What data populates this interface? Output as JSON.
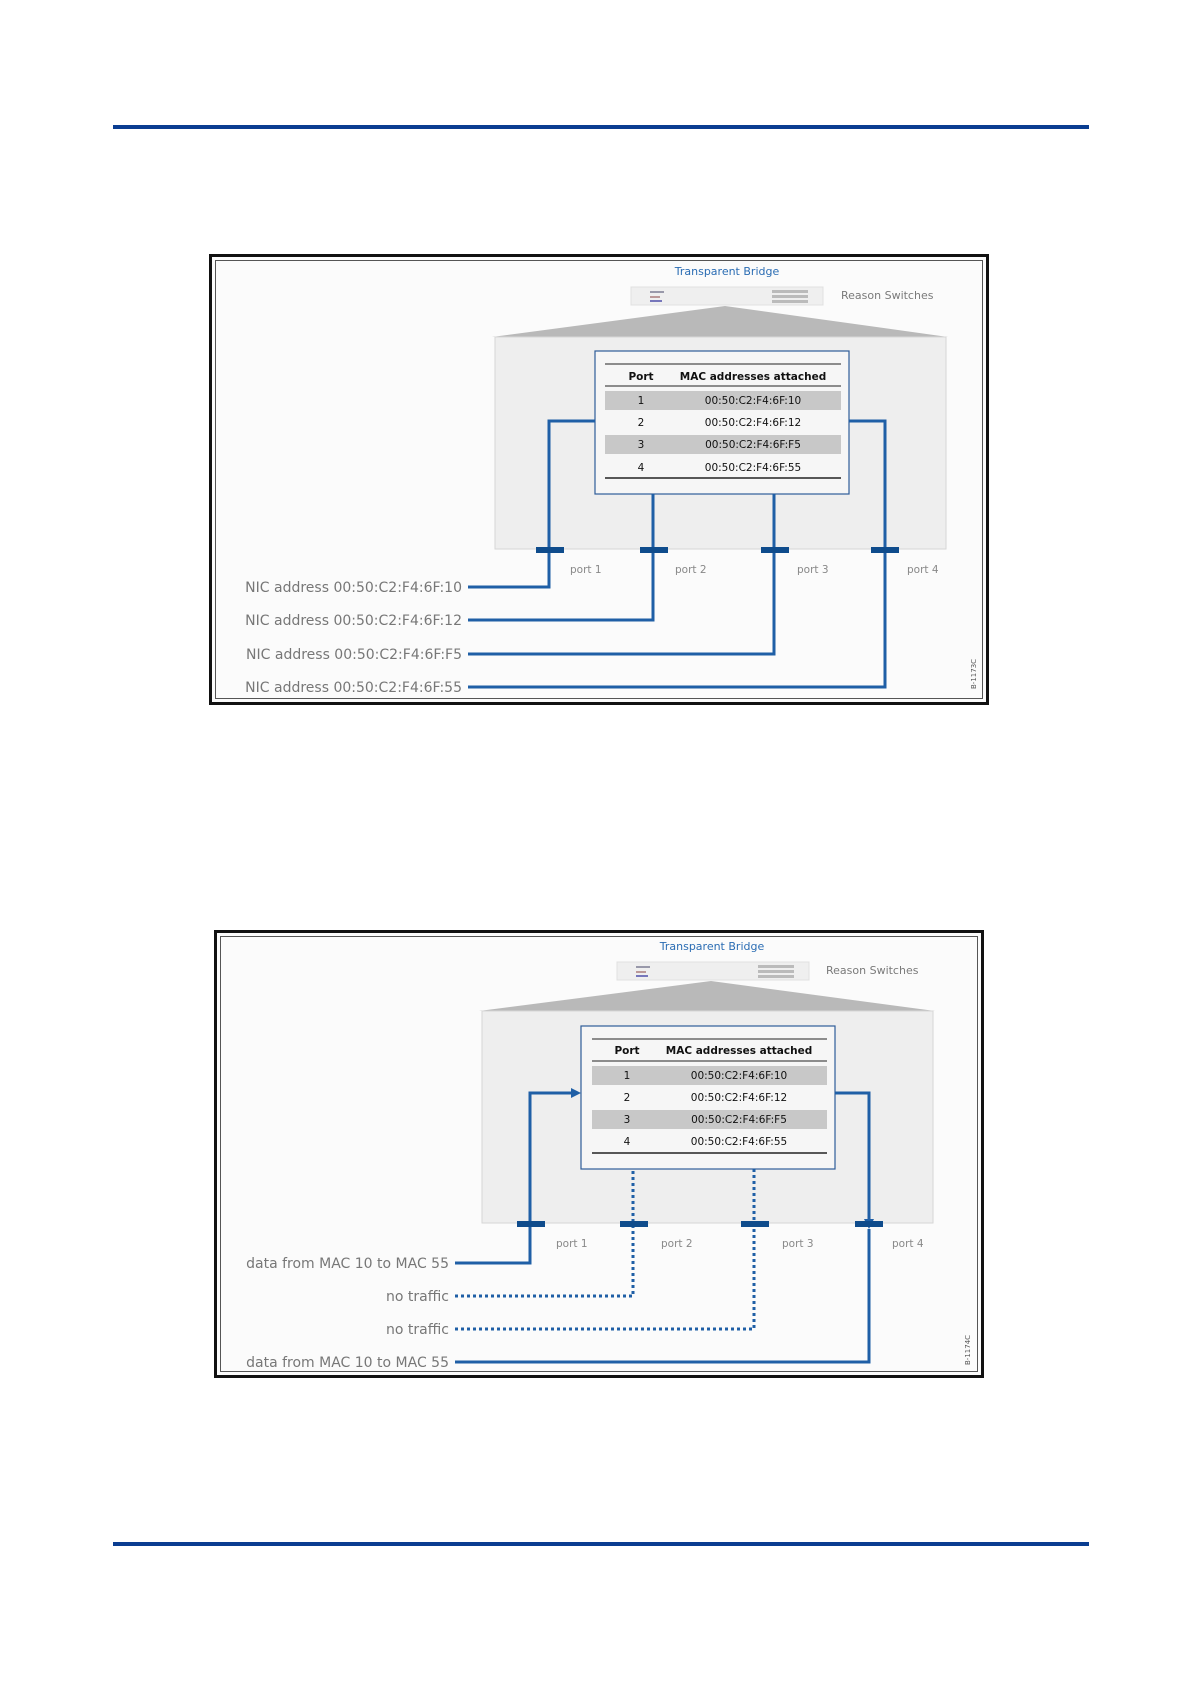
{
  "figure1": {
    "title": "Transparent Bridge",
    "device_label": "Reason Switches",
    "table": {
      "headers": [
        "Port",
        "MAC addresses attached"
      ],
      "rows": [
        {
          "port": "1",
          "mac": "00:50:C2:F4:6F:10"
        },
        {
          "port": "2",
          "mac": "00:50:C2:F4:6F:12"
        },
        {
          "port": "3",
          "mac": "00:50:C2:F4:6F:F5"
        },
        {
          "port": "4",
          "mac": "00:50:C2:F4:6F:55"
        }
      ]
    },
    "ports": [
      "port 1",
      "port 2",
      "port 3",
      "port 4"
    ],
    "connections": [
      {
        "label": "NIC address 00:50:C2:F4:6F:10",
        "style": "solid"
      },
      {
        "label": "NIC address 00:50:C2:F4:6F:12",
        "style": "solid"
      },
      {
        "label": "NIC address 00:50:C2:F4:6F:F5",
        "style": "solid"
      },
      {
        "label": "NIC address 00:50:C2:F4:6F:55",
        "style": "solid"
      }
    ],
    "figure_id": "B-1173C"
  },
  "figure2": {
    "title": "Transparent Bridge",
    "device_label": "Reason Switches",
    "table": {
      "headers": [
        "Port",
        "MAC addresses attached"
      ],
      "rows": [
        {
          "port": "1",
          "mac": "00:50:C2:F4:6F:10"
        },
        {
          "port": "2",
          "mac": "00:50:C2:F4:6F:12"
        },
        {
          "port": "3",
          "mac": "00:50:C2:F4:6F:F5"
        },
        {
          "port": "4",
          "mac": "00:50:C2:F4:6F:55"
        }
      ]
    },
    "ports": [
      "port 1",
      "port 2",
      "port 3",
      "port 4"
    ],
    "connections": [
      {
        "label": "data from MAC 10 to MAC 55",
        "style": "solid"
      },
      {
        "label": "no traffic",
        "style": "dotted"
      },
      {
        "label": "no traffic",
        "style": "dotted"
      },
      {
        "label": "data from MAC 10 to MAC 55",
        "style": "solid"
      }
    ],
    "figure_id": "B-1174C"
  },
  "colors": {
    "rule": "#0a3d91",
    "line": "#1f5fa6",
    "port_bar": "#0f4c8c",
    "title": "#2a6cb3",
    "panel": "#eeeeee",
    "row_shade": "#c8c8c8"
  }
}
